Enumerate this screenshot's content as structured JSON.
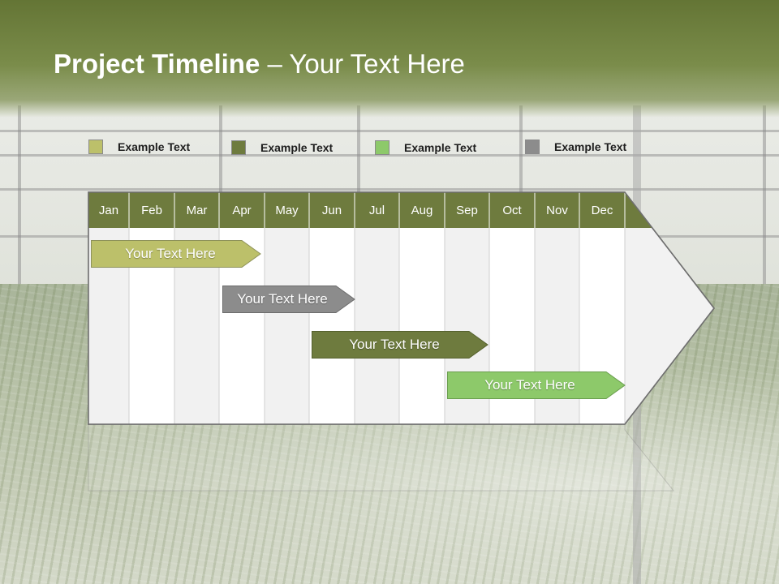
{
  "header": {
    "title_bold": "Project Timeline",
    "title_rest": " – Your Text Here"
  },
  "legend": [
    {
      "label": "Example Text",
      "color": "#bcc06a"
    },
    {
      "label": "Example Text",
      "color": "#6e7b3e"
    },
    {
      "label": "Example Text",
      "color": "#8dc96a"
    },
    {
      "label": "Example Text",
      "color": "#8c8c8c"
    }
  ],
  "months": [
    "Jan",
    "Feb",
    "Mar",
    "Apr",
    "May",
    "Jun",
    "Jul",
    "Aug",
    "Sep",
    "Oct",
    "Nov",
    "Dec"
  ],
  "colors": {
    "header_bar": "#6e7b3e",
    "column_light": "#f1f1f1",
    "column_white": "#ffffff"
  },
  "tasks": [
    {
      "label": "Your  Text Here",
      "color": "#bcc06a"
    },
    {
      "label": "Your  Text Here",
      "color": "#8c8c8c"
    },
    {
      "label": "Your  Text Here",
      "color": "#6e7b3e"
    },
    {
      "label": "Your  Text Here",
      "color": "#8dc96a"
    }
  ]
}
